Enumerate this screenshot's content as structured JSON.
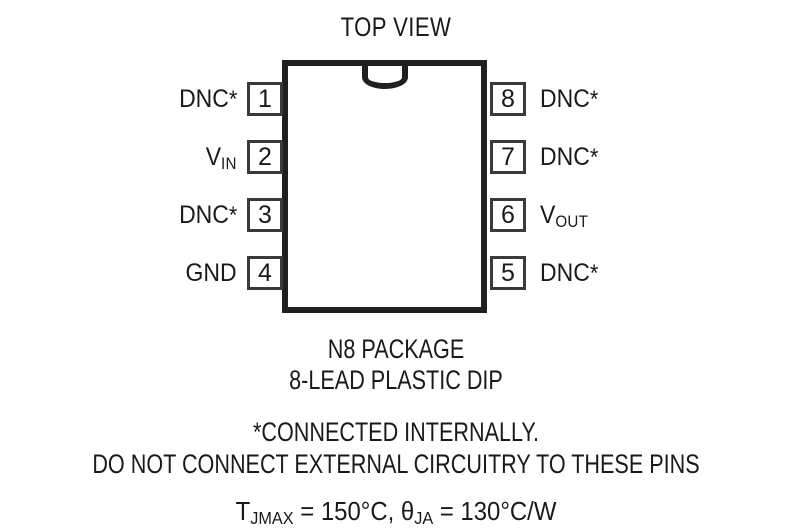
{
  "title": "TOP VIEW",
  "package": {
    "notch_icon": "package-notch-semicircle",
    "pins_left": [
      {
        "number": "1",
        "label": "DNC",
        "suffix": "*",
        "sub": ""
      },
      {
        "number": "2",
        "label": "V",
        "suffix": "",
        "sub": "IN"
      },
      {
        "number": "3",
        "label": "DNC",
        "suffix": "*",
        "sub": ""
      },
      {
        "number": "4",
        "label": "GND",
        "suffix": "",
        "sub": ""
      }
    ],
    "pins_right": [
      {
        "number": "8",
        "label": "DNC",
        "suffix": "*",
        "sub": ""
      },
      {
        "number": "7",
        "label": "DNC",
        "suffix": "*",
        "sub": ""
      },
      {
        "number": "6",
        "label": "V",
        "suffix": "",
        "sub": "OUT"
      },
      {
        "number": "5",
        "label": "DNC",
        "suffix": "*",
        "sub": ""
      }
    ]
  },
  "captions": {
    "package_name": "N8 PACKAGE",
    "lead_type": "8-LEAD PLASTIC DIP",
    "note_line1": "*CONNECTED INTERNALLY.",
    "note_line2": "DO NOT CONNECT EXTERNAL CIRCUITRY TO THESE PINS"
  },
  "thermal": {
    "tj_symbol": "T",
    "tj_sub": "JMAX",
    "tj_value": " = 150°C, ",
    "theta_symbol": "θ",
    "theta_sub": "JA",
    "theta_value": " = 130°C/W"
  }
}
